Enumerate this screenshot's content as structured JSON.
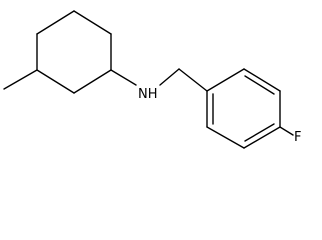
{
  "molecule": {
    "atoms": {
      "amine": "N",
      "amine_h": "H",
      "fluorine": "F"
    },
    "bond_color": "#000000"
  }
}
